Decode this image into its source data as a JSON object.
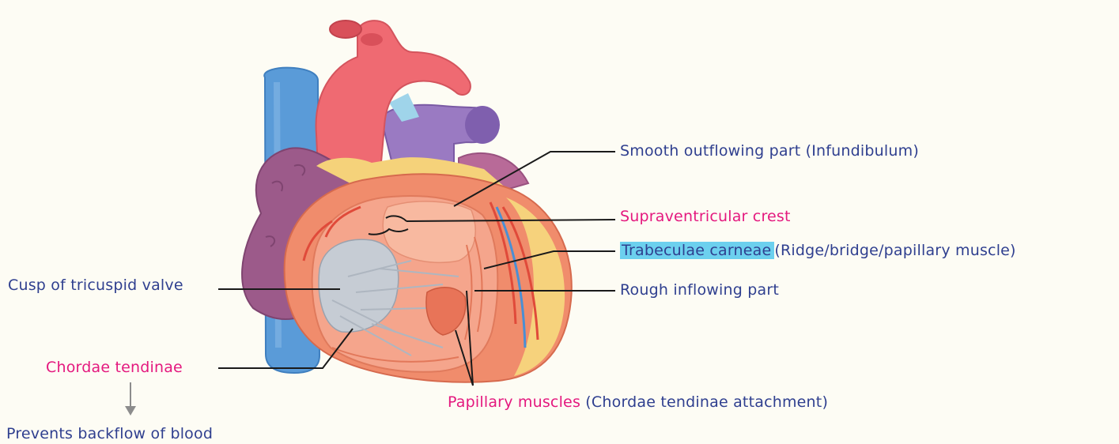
{
  "labels": {
    "smooth_outflowing": "Smooth outflowing part (Infundibulum)",
    "supraventricular_crest": "Supraventricular crest",
    "trabeculae_carneae": "Trabeculae carneae",
    "trabeculae_note": "(Ridge/bridge/papillary muscle)",
    "rough_inflowing": "Rough inflowing part",
    "cusp_tricuspid": "Cusp of tricuspid valve",
    "chordae_tendinae": "Chordae tendinae",
    "prevents_backflow": "Prevents backflow of blood",
    "papillary_muscles": "Papillary muscles",
    "papillary_note": "(Chordae tendinae attachment)"
  },
  "colors": {
    "label_text": "#2f3f8f",
    "emphasis_text": "#e4187e",
    "highlight": "#6cd0ee",
    "leader_line": "#1a1a1a",
    "arrow": "#8c8c8c",
    "background": "#fdfcf4"
  }
}
